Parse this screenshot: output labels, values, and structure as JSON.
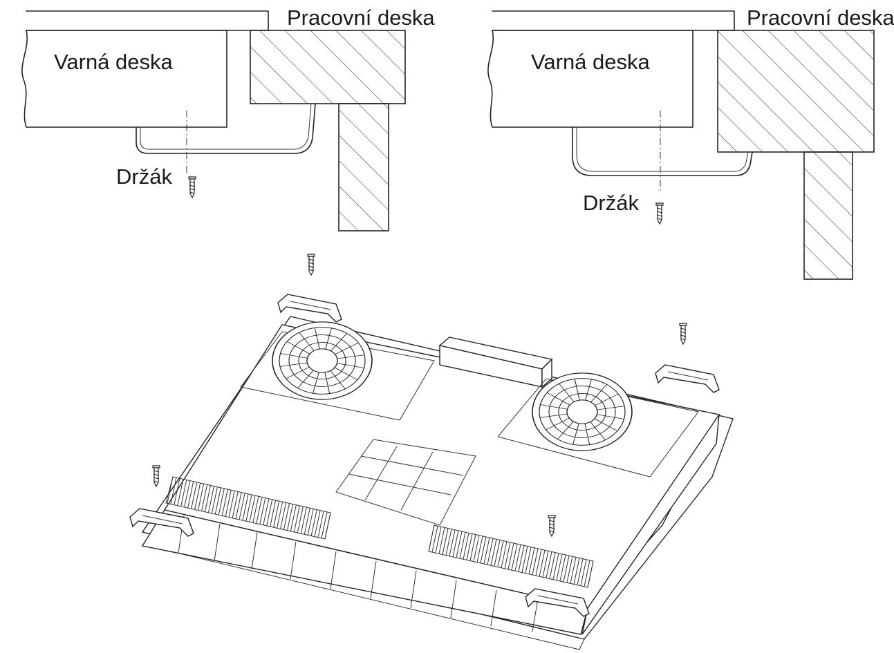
{
  "labels": {
    "worktop": "Pracovní deska",
    "hob": "Varná deska",
    "bracket": "Držák"
  }
}
